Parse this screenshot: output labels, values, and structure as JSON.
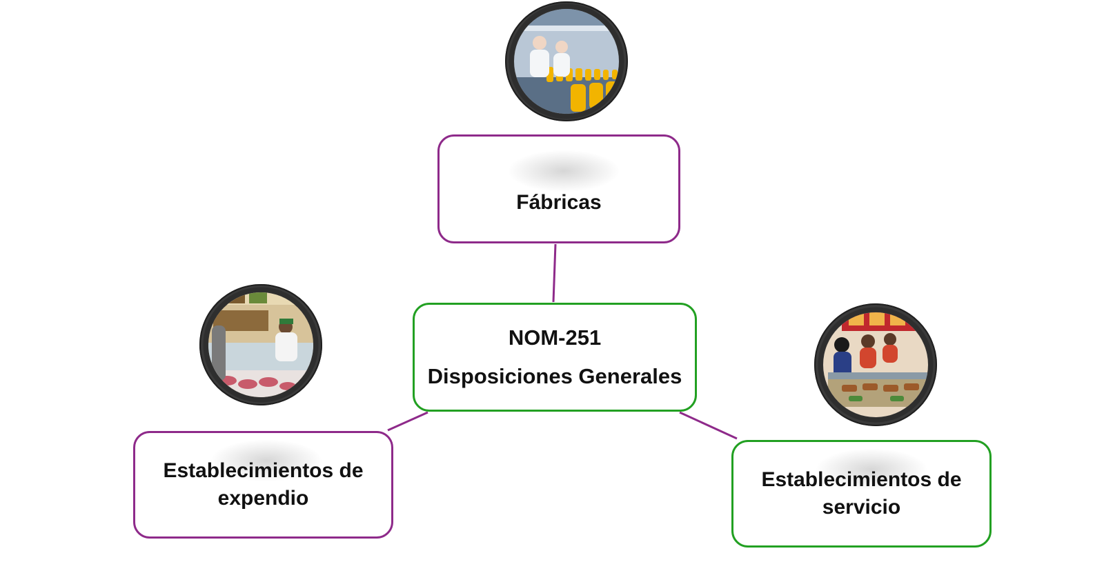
{
  "diagram": {
    "center": {
      "line1": "NOM-251",
      "line2": "Disposiciones Generales"
    },
    "nodes": {
      "fabricas": {
        "label": "Fábricas"
      },
      "expendio": {
        "line1": "Establecimientos de",
        "line2": "expendio"
      },
      "servicio": {
        "line1": "Establecimientos de",
        "line2": "servicio"
      }
    },
    "colors": {
      "purple": "#8e2a8a",
      "green": "#22a022",
      "photo_ring": "#3a3a3a"
    },
    "images": {
      "fabricas": "factory-workers-photo",
      "expendio": "meat-counter-photo",
      "servicio": "buffet-service-photo"
    }
  }
}
